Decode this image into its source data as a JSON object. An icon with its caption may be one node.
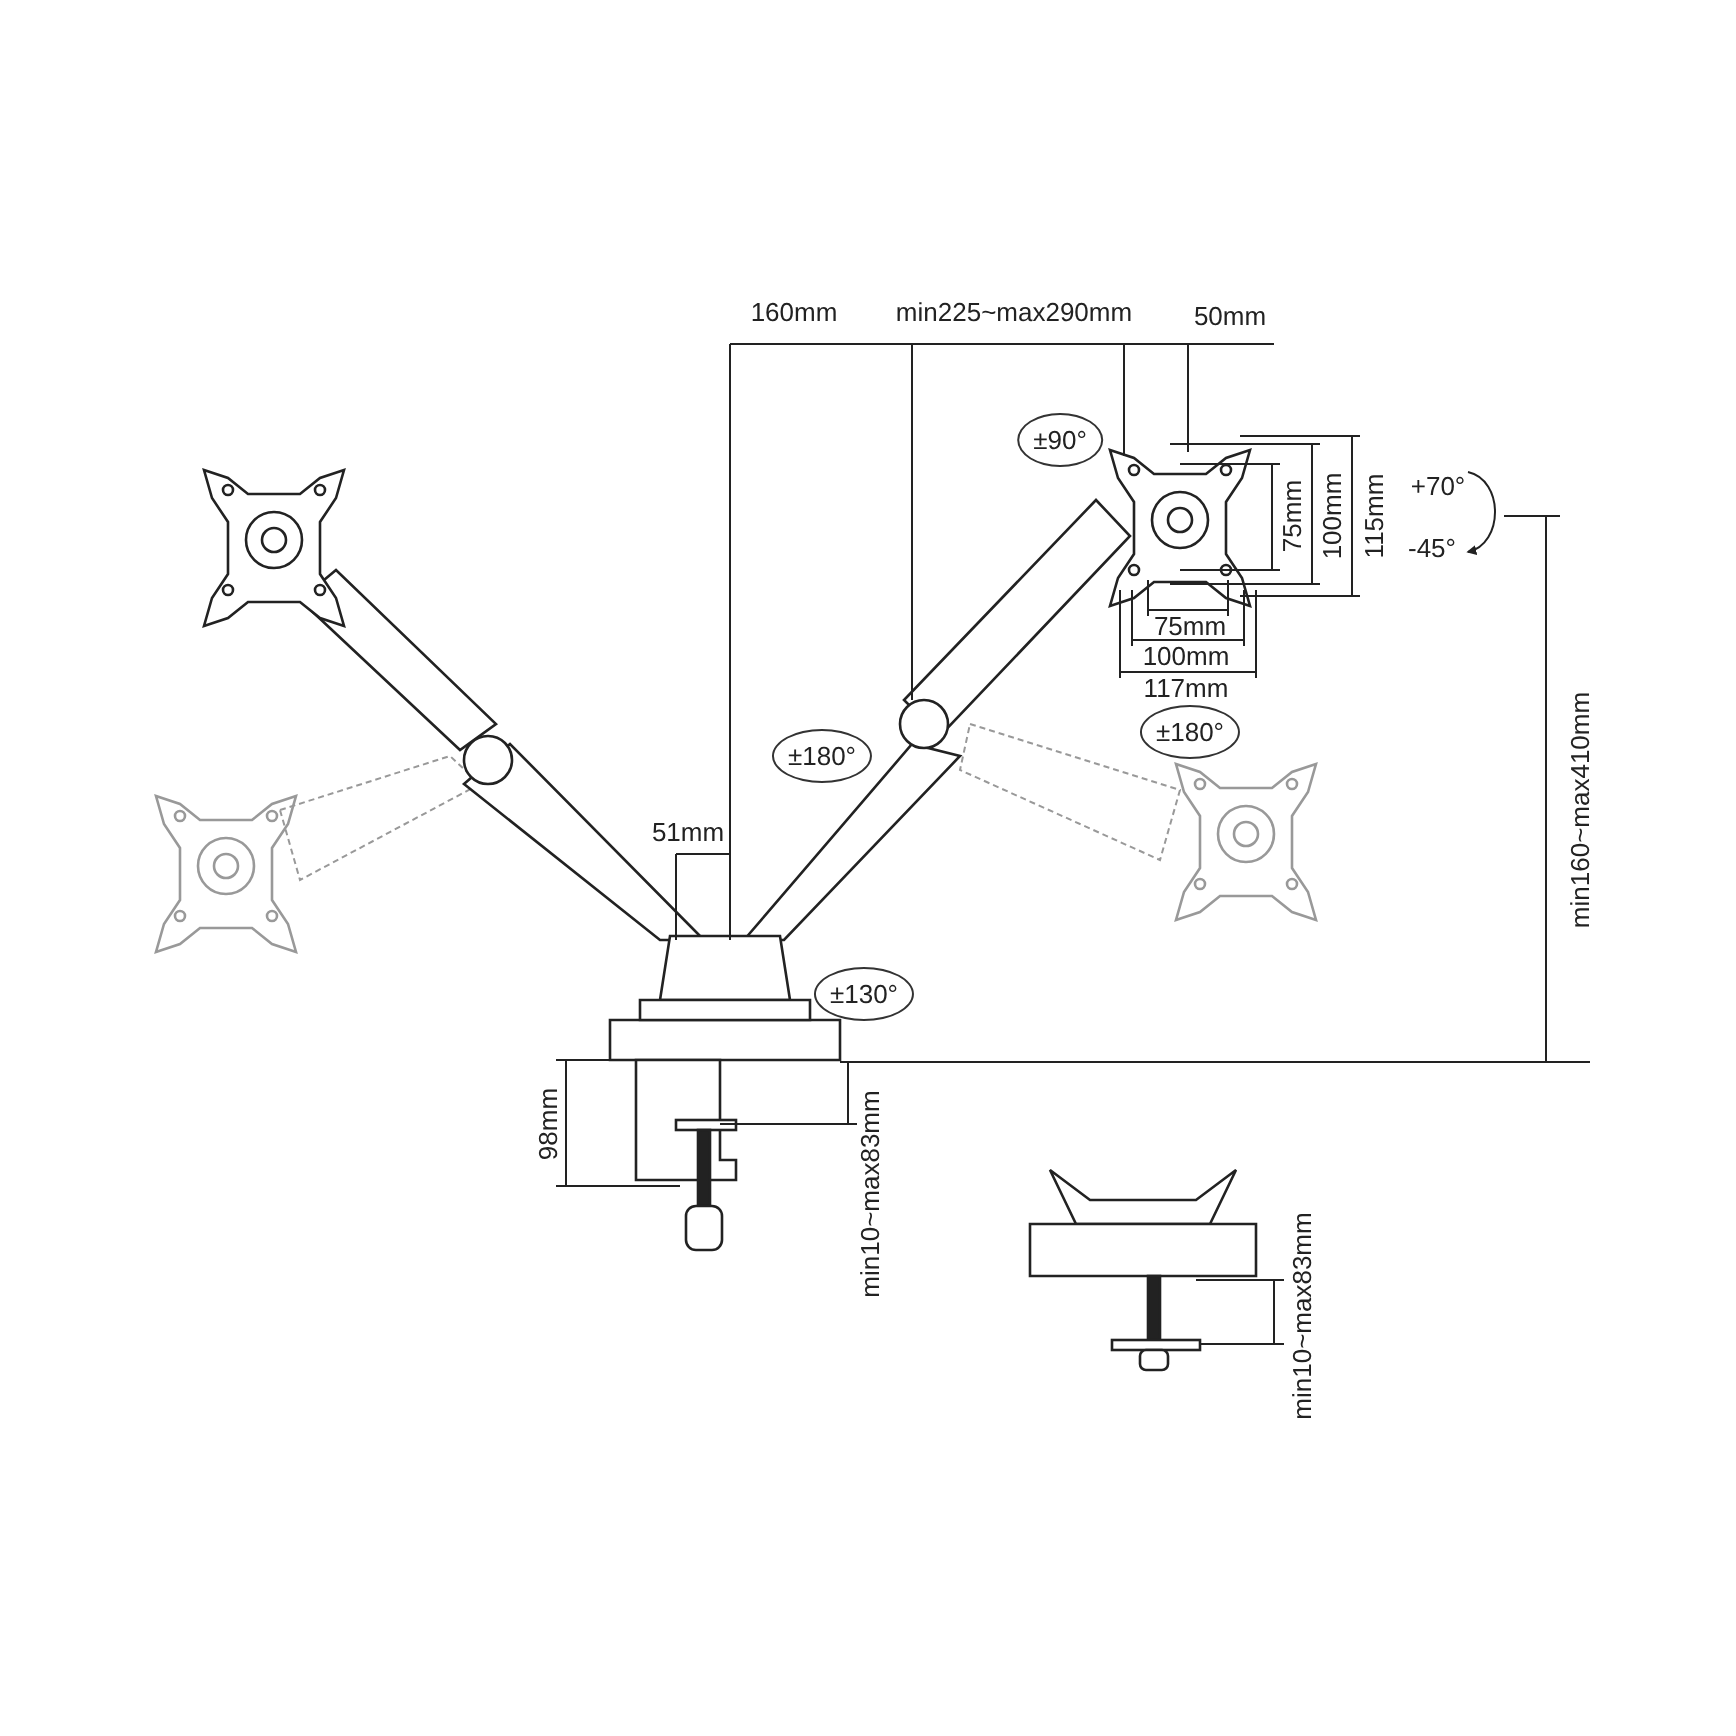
{
  "diagram": {
    "labels": [
      "160mm",
      "min225~max290mm",
      "50mm",
      "±90°",
      "+70°",
      "-45°",
      "75mm",
      "100mm",
      "115mm",
      "75mm",
      "100mm",
      "117mm",
      "±180°",
      "±180°",
      "min160~max410mm",
      "51mm",
      "±130°",
      "98mm",
      "min10~max83mm",
      "min10~max83mm"
    ]
  }
}
